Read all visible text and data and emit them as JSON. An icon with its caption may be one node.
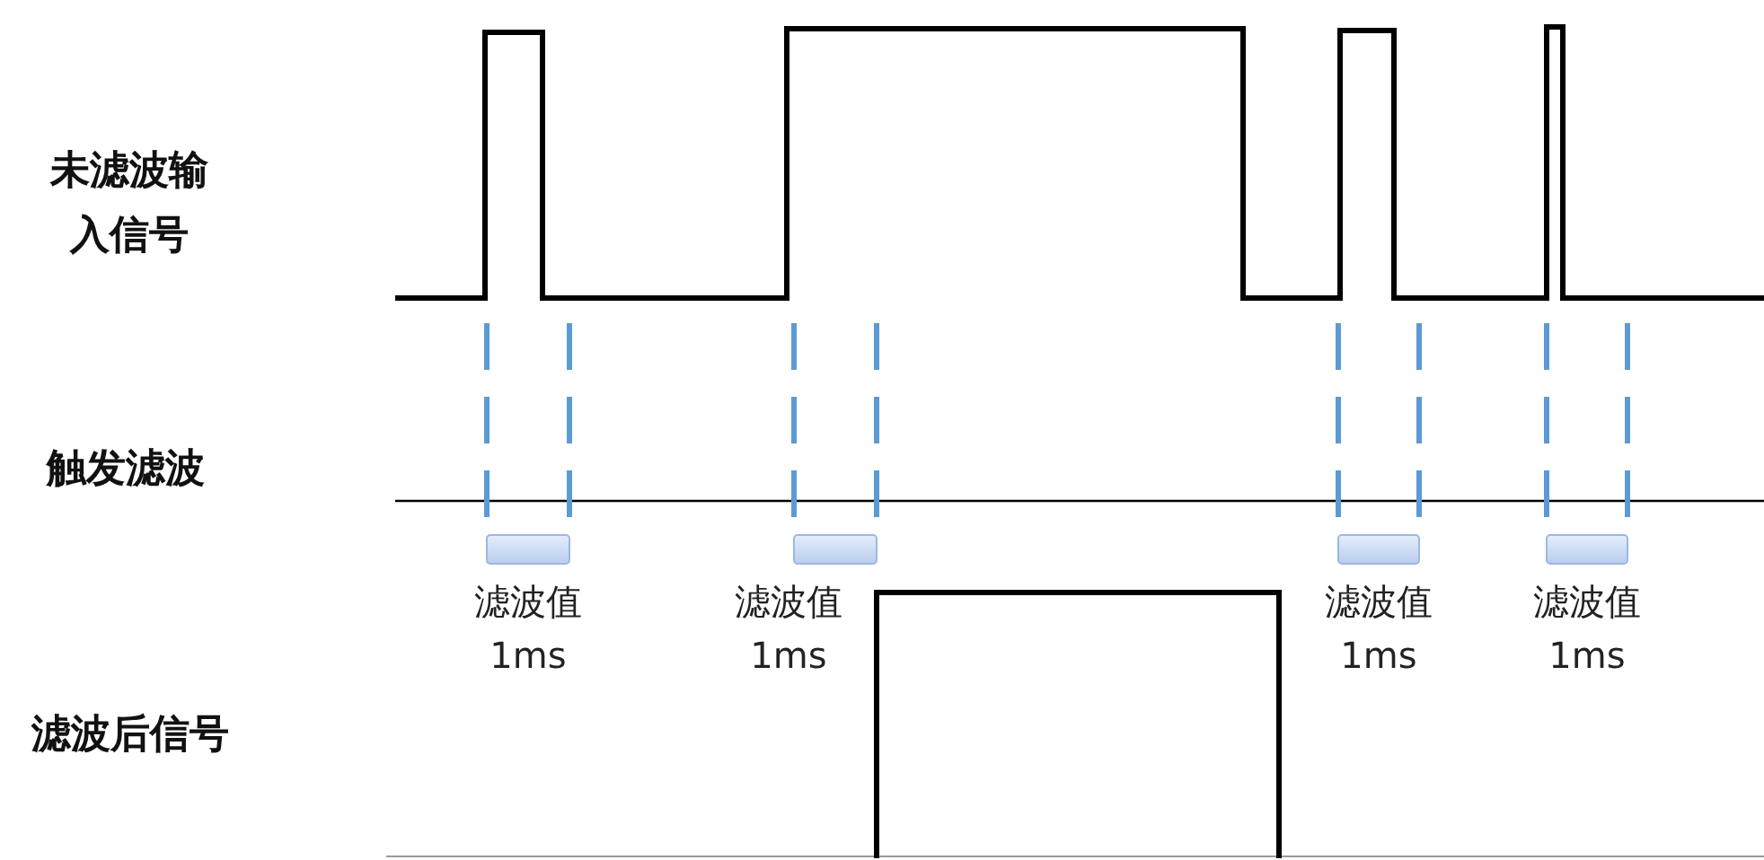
{
  "diagram": {
    "labels": [
      "未滤波输入信号",
      "触发滤波",
      "滤波值",
      "1ms",
      "滤波值",
      "1ms",
      "滤波值",
      "1ms",
      "滤波值",
      "1ms",
      "滤波后信号"
    ]
  }
}
